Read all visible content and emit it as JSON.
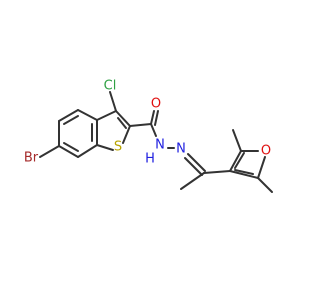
{
  "molecule": {
    "atoms": {
      "br": {
        "text": "Br",
        "color": "#a52a2a"
      },
      "cl": {
        "text": "Cl",
        "color": "#2ea043"
      },
      "s": {
        "text": "S",
        "color": "#b8a400"
      },
      "o_carbonyl": {
        "text": "O",
        "color": "#e01010"
      },
      "nh": {
        "text": "N",
        "color": "#2020e0"
      },
      "h": {
        "text": "H",
        "color": "#2020e0"
      },
      "n_imine": {
        "text": "N",
        "color": "#2020e0"
      },
      "o_furan": {
        "text": "O",
        "color": "#e01010"
      }
    },
    "bond_color": "#333333"
  }
}
